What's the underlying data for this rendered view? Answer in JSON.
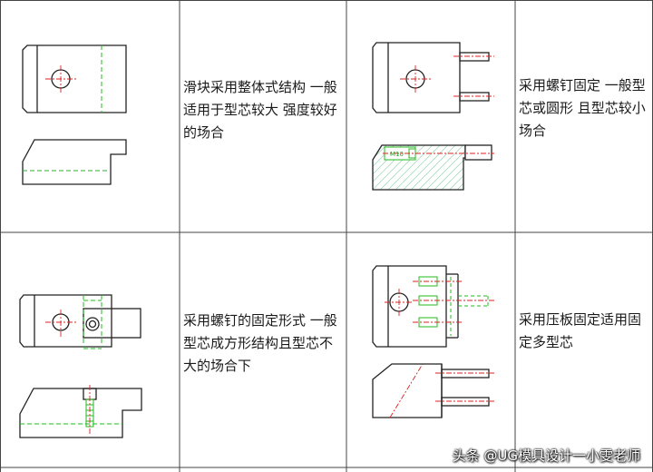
{
  "table": {
    "rows": [
      {
        "left_desc": "滑块采用整体式结构 一般适用于型芯较大 强度较好的场合",
        "right_desc": "采用螺钉固定 一般型芯或圆形 且型芯较小场合"
      },
      {
        "left_desc": "采用螺钉的固定形式 一般型芯成方形结构且型芯不大的场合下",
        "right_desc": "采用压板固定适用固定多型芯"
      }
    ]
  },
  "drawings": {
    "screw_label": "M10"
  },
  "watermark": "头条 @UG模具设计一小雯老师",
  "colors": {
    "outline": "#222222",
    "hidden_line": "#22bb22",
    "center_line": "#dd2222",
    "grid_line": "#444444"
  }
}
